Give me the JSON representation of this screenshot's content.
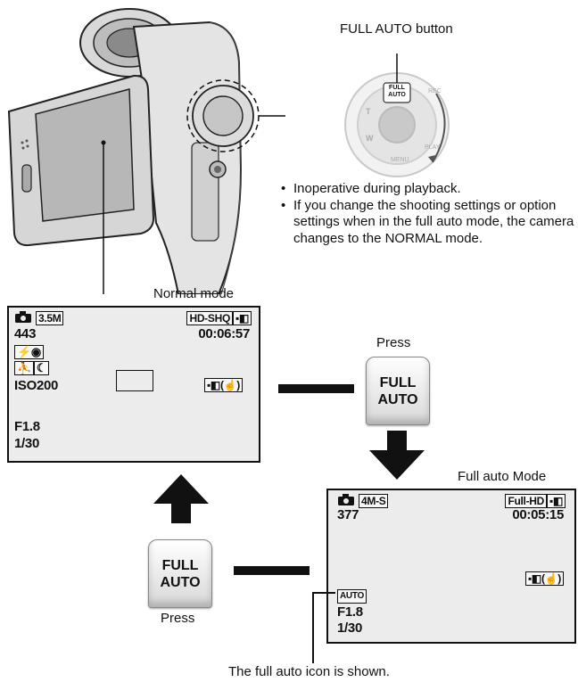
{
  "callouts": {
    "full_auto_button": "FULL AUTO button",
    "icon_shown": "The full auto icon is shown."
  },
  "notes": [
    "Inoperative during playback.",
    "If you change the shooting settings or option settings when in the full auto mode, the camera changes to the NORMAL mode."
  ],
  "dial": {
    "center_label_line1": "FULL",
    "center_label_line2": "AUTO",
    "labels": [
      "REC",
      "PLAY",
      "MENU",
      "T",
      "W"
    ]
  },
  "normal_mode": {
    "title": "Normal mode",
    "image_size": "3.5M",
    "shots_remaining": "443",
    "video_mode": "HD-SHQ",
    "record_time": "00:06:57",
    "iso": "ISO200",
    "aperture": "F1.8",
    "shutter": "1/30"
  },
  "full_auto_mode": {
    "title": "Full auto Mode",
    "image_size": "4M-S",
    "shots_remaining": "377",
    "video_mode": "Full-HD",
    "record_time": "00:05:15",
    "auto_icon": "AUTO",
    "aperture": "F1.8",
    "shutter": "1/30"
  },
  "press_top": {
    "label": "Press",
    "button_line1": "FULL",
    "button_line2": "AUTO"
  },
  "press_bottom": {
    "label": "Press",
    "button_line1": "FULL",
    "button_line2": "AUTO"
  }
}
